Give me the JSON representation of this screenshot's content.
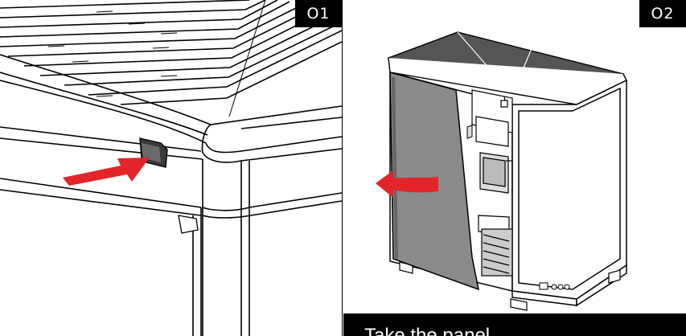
{
  "panels": [
    {
      "step": "O1"
    },
    {
      "step": "O2"
    }
  ],
  "caption": "Take the panel"
}
